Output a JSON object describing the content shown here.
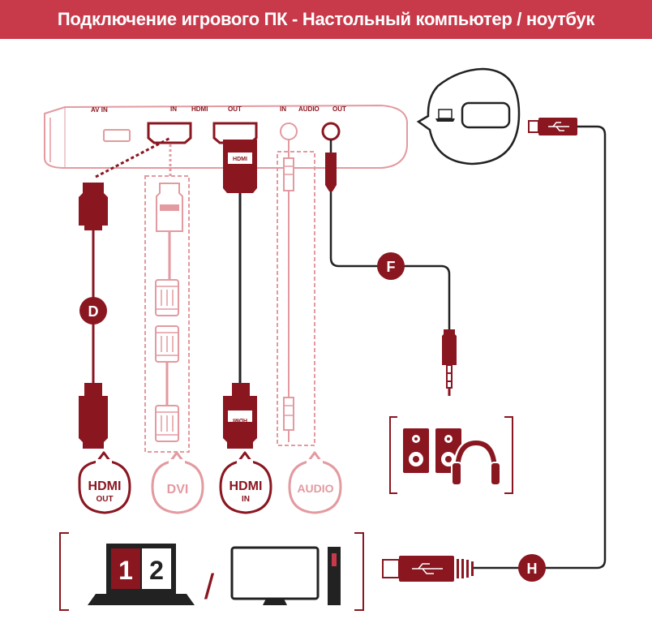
{
  "header": {
    "title": "Подключение игрового ПК - Настольный компьютер / ноутбук"
  },
  "device": {
    "av_in_label": "AV IN",
    "hdmi_in_label": "IN",
    "hdmi_label": "HDMI",
    "hdmi_out_label": "OUT",
    "audio_in_label": "IN",
    "audio_label": "AUDIO",
    "audio_out_label": "OUT"
  },
  "markers": {
    "d": "D",
    "f": "F",
    "h": "H"
  },
  "connectors": {
    "hdmi_out": {
      "line1": "HDMI",
      "line2": "OUT"
    },
    "dvi": "DVI",
    "hdmi_in": {
      "line1": "HDMI",
      "line2": "IN"
    },
    "audio": "AUDIO"
  },
  "plug_text": "HDMI",
  "screens": {
    "one": "1",
    "two": "2"
  },
  "separator": "/",
  "colors": {
    "dark_red": "#8a1620",
    "light_red": "#e39aa0",
    "brand": "#c8394a"
  }
}
